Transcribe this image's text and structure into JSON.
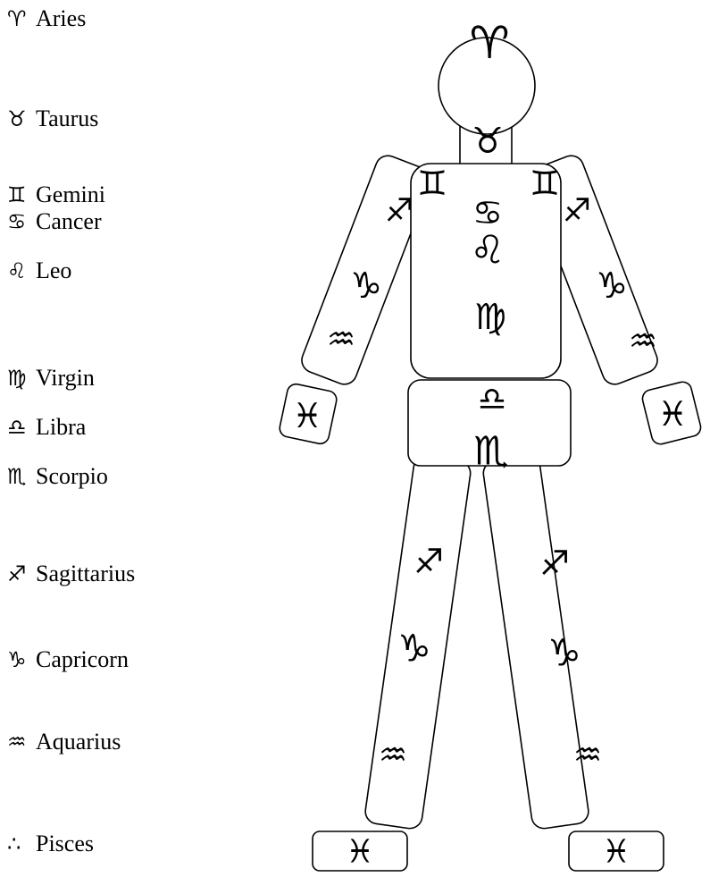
{
  "legend": [
    {
      "symbol": "♈",
      "name": "Aries"
    },
    {
      "symbol": "♉",
      "name": "Taurus"
    },
    {
      "symbol": "♊",
      "name": "Gemini"
    },
    {
      "symbol": "♋",
      "name": "Cancer"
    },
    {
      "symbol": "♌",
      "name": "Leo"
    },
    {
      "symbol": "♍",
      "name": "Virgin"
    },
    {
      "symbol": "♎",
      "name": "Libra"
    },
    {
      "symbol": "♏",
      "name": "Scorpio"
    },
    {
      "symbol": "♐",
      "name": "Sagittarius"
    },
    {
      "symbol": "♑",
      "name": "Capricorn"
    },
    {
      "symbol": "♒",
      "name": "Aquarius"
    },
    {
      "symbol": "∴",
      "name": "Pisces"
    }
  ],
  "figure_glyphs": {
    "aries": "♈",
    "taurus": "♉",
    "gemini": "♊",
    "cancer": "♋",
    "leo": "♌",
    "virgo": "♍",
    "libra": "♎",
    "scorpio": "♏",
    "sagittarius": "♐",
    "capricorn": "♑",
    "aquarius": "♒",
    "pisces": "♓"
  }
}
